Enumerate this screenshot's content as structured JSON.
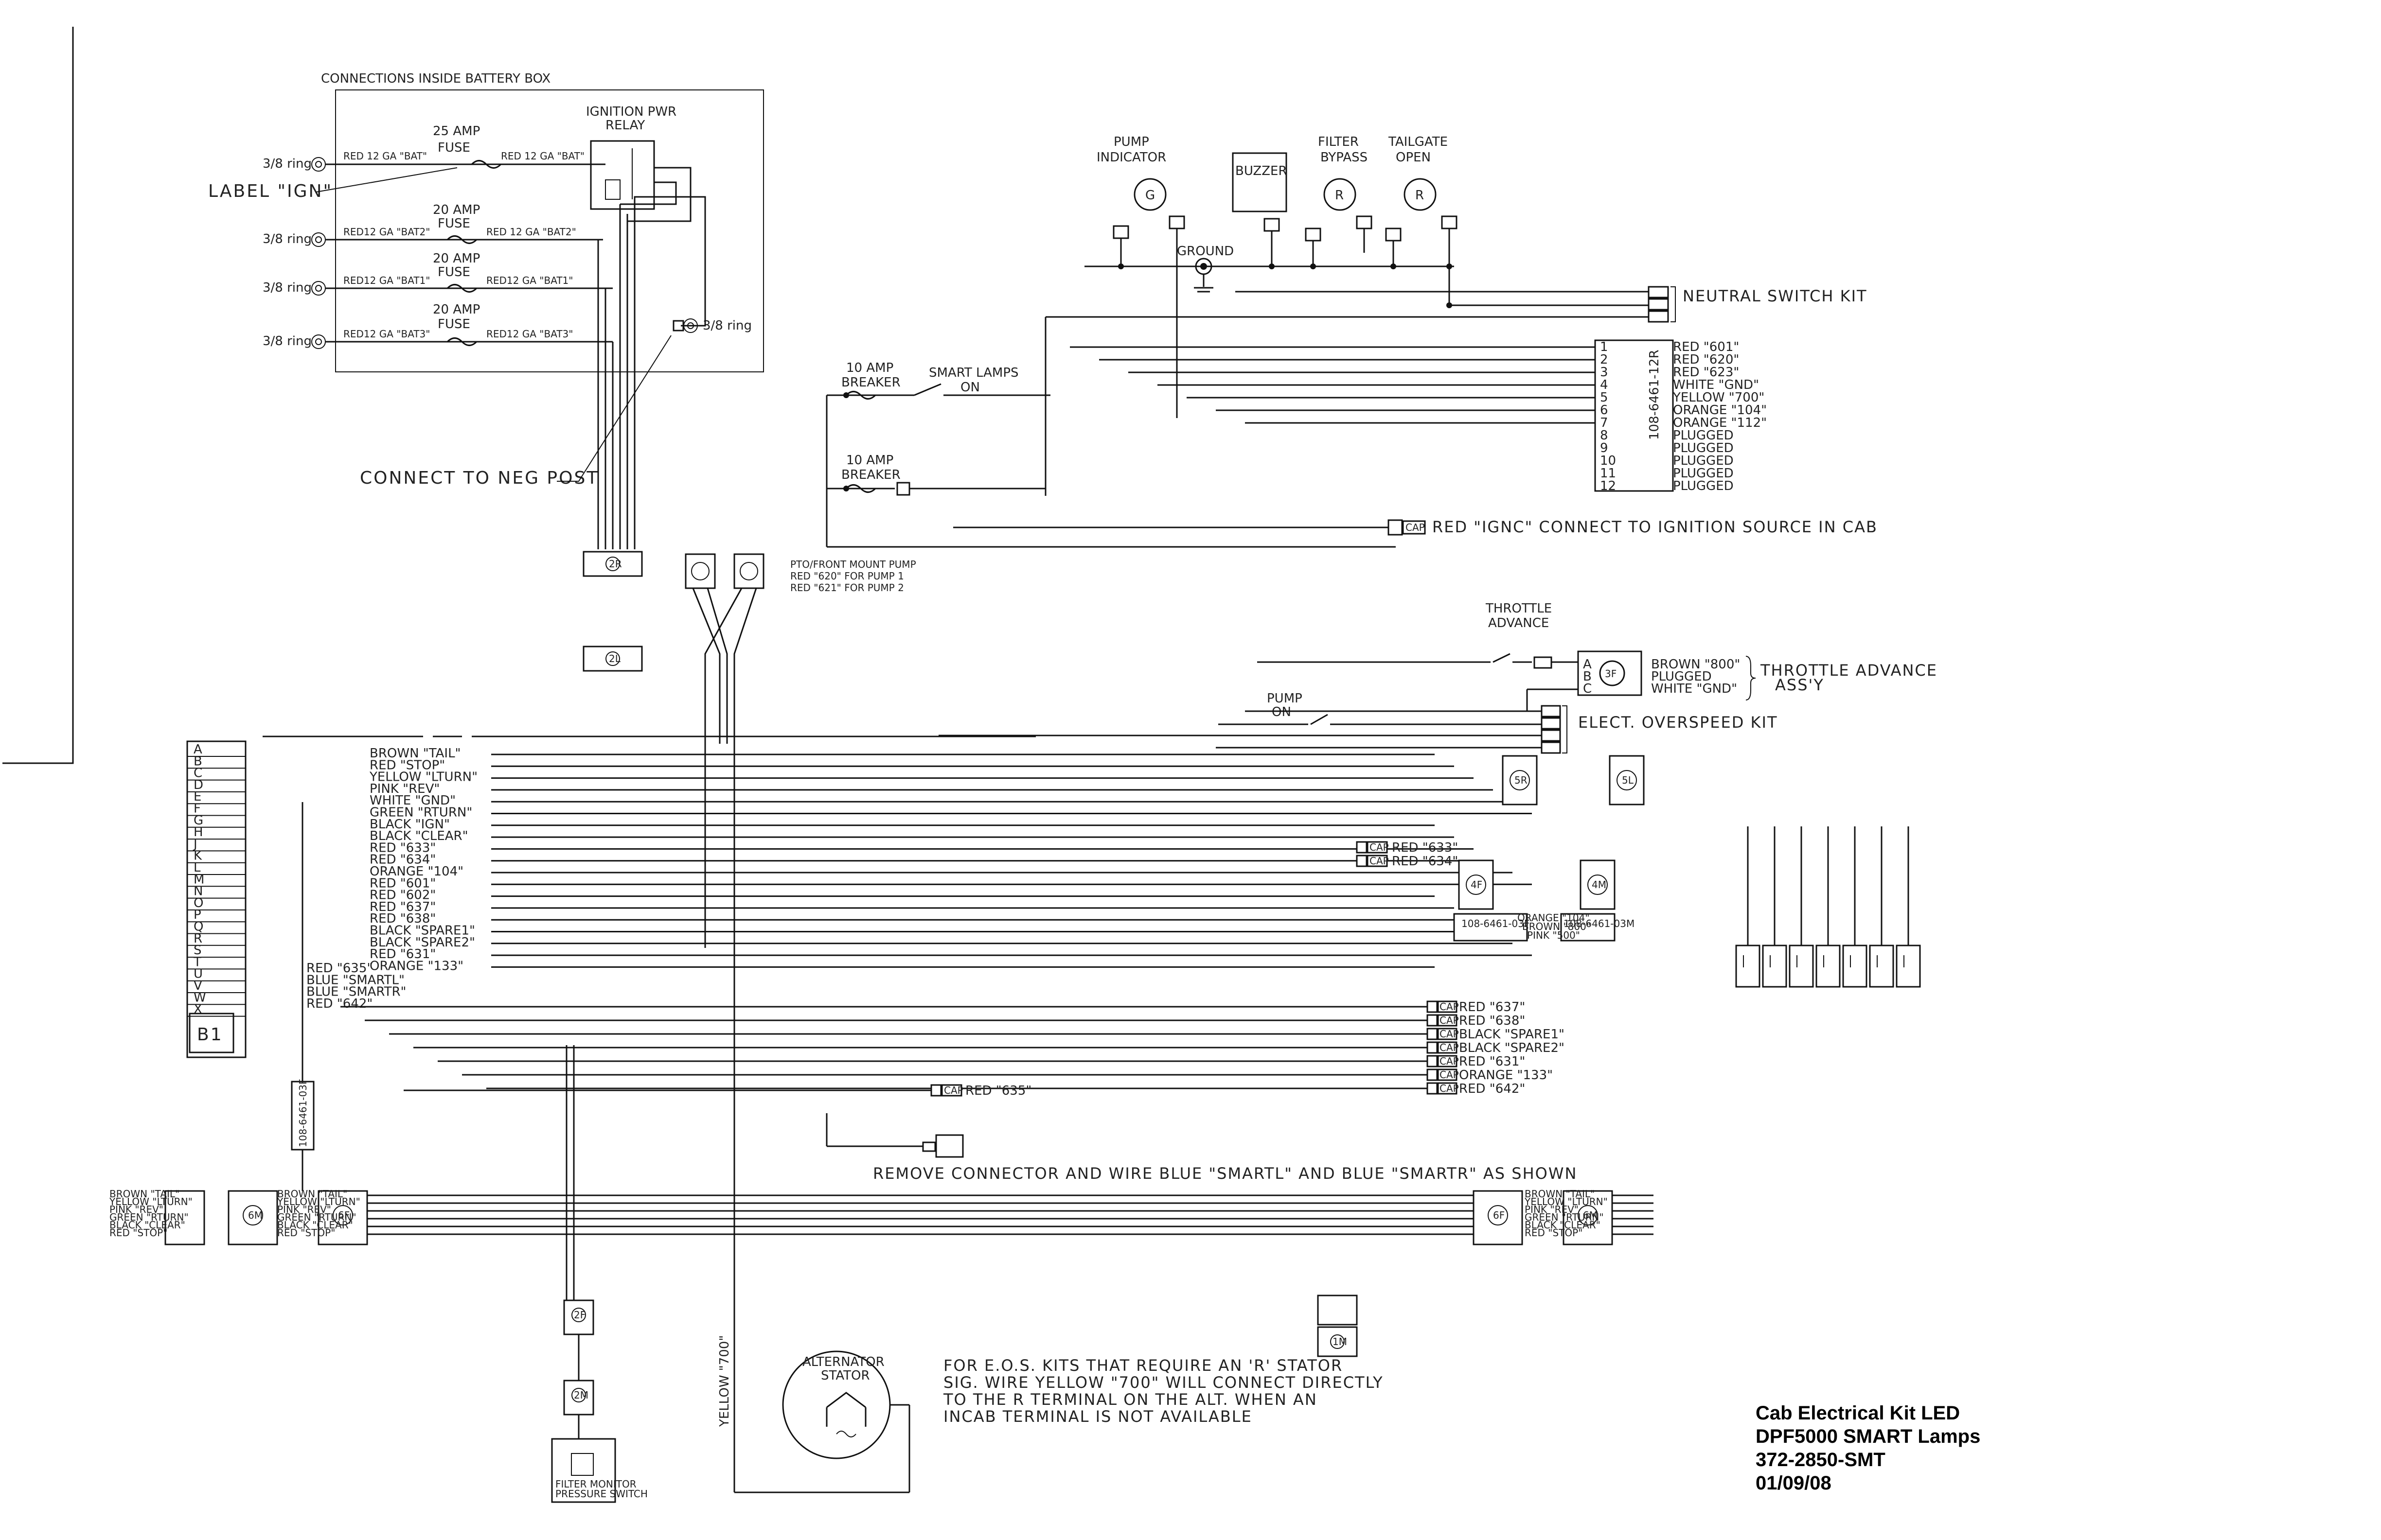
{
  "title_block": {
    "line1": "Cab Electrical Kit LED",
    "line2": "DPF5000 SMART Lamps",
    "line3": "372-2850-SMT",
    "line4": "01/09/08"
  },
  "battery_box": {
    "heading": "CONNECTIONS INSIDE BATTERY BOX",
    "relay_label_1": "IGNITION PWR",
    "relay_label_2": "RELAY",
    "fuse_25": [
      "25 AMP",
      "FUSE"
    ],
    "fuse_20": [
      "20 AMP",
      "FUSE"
    ],
    "ring": "3/8 ring",
    "wires_left": [
      "RED 12 GA \"BAT\"",
      "RED12 GA \"BAT2\"",
      "RED12 GA \"BAT1\"",
      "RED12 GA \"BAT3\""
    ],
    "wires_right": [
      "RED 12 GA \"BAT\"",
      "RED 12 GA \"BAT2\"",
      "RED12 GA \"BAT1\"",
      "RED12 GA \"BAT3\""
    ],
    "label_ign": "LABEL \"IGN\"",
    "connect_neg": "CONNECT TO NEG POST"
  },
  "indicators": {
    "pump": [
      "PUMP",
      "INDICATOR"
    ],
    "buzzer": "BUZZER",
    "filter": [
      "FILTER",
      "BYPASS"
    ],
    "tailgate": [
      "TAILGATE",
      "OPEN"
    ],
    "ground": "GROUND",
    "letters": [
      "G",
      "R",
      "R"
    ]
  },
  "neutral_switch": "NEUTRAL SWITCH KIT",
  "connector_12": {
    "part": "108-6461-12R",
    "pins": [
      "1",
      "2",
      "3",
      "4",
      "5",
      "6",
      "7",
      "8",
      "9",
      "10",
      "11",
      "12"
    ],
    "wires": [
      "RED \"601\"",
      "RED \"620\"",
      "RED \"623\"",
      "WHITE \"GND\"",
      "YELLOW \"700\"",
      "ORANGE \"104\"",
      "ORANGE \"112\"",
      "PLUGGED",
      "PLUGGED",
      "PLUGGED",
      "PLUGGED",
      "PLUGGED"
    ]
  },
  "breakers": {
    "b1": [
      "10 AMP",
      "BREAKER"
    ],
    "b2": [
      "10 AMP",
      "BREAKER"
    ],
    "smart_lamps": [
      "SMART LAMPS",
      "ON"
    ]
  },
  "ignition_source": "RED \"IGNC\"   CONNECT TO IGNITION SOURCE IN CAB",
  "throttle": {
    "label": [
      "THROTTLE",
      "ADVANCE"
    ],
    "wires": [
      "BROWN \"800\"",
      "PLUGGED",
      "WHITE \"GND\""
    ],
    "assy": [
      "THROTTLE ADVANCE",
      "ASS'Y"
    ],
    "pins": [
      "A",
      "B",
      "C"
    ]
  },
  "pump_on": [
    "PUMP",
    "ON"
  ],
  "overspeed": "ELECT. OVERSPEED KIT",
  "pto": [
    "PTO/FRONT MOUNT PUMP",
    "RED \"620\" FOR PUMP 1",
    "RED \"621\" FOR PUMP 2"
  ],
  "b1": {
    "label": "B1",
    "letters": [
      "A",
      "B",
      "C",
      "D",
      "E",
      "F",
      "G",
      "H",
      "J",
      "K",
      "L",
      "M",
      "N",
      "O",
      "P",
      "Q",
      "R",
      "S",
      "T",
      "U",
      "V",
      "W",
      "X"
    ],
    "wires_main": [
      "BROWN \"TAIL\"",
      "RED \"STOP\"",
      "YELLOW \"LTURN\"",
      "PINK \"REV\"",
      "WHITE \"GND\"",
      "GREEN \"RTURN\"",
      "BLACK \"IGN\"",
      "BLACK \"CLEAR\"",
      "RED \"633\"",
      "RED \"634\"",
      "ORANGE \"104\"",
      "RED \"601\"",
      "RED \"602\"",
      "RED \"637\"",
      "RED \"638\"",
      "BLACK \"SPARE1\"",
      "BLACK \"SPARE2\"",
      "RED \"631\"",
      "ORANGE \"133\""
    ],
    "wires_short": [
      "RED \"635\"",
      "BLUE \"SMARTL\"",
      "BLUE \"SMARTR\"",
      "RED \"642\""
    ]
  },
  "caps": {
    "cap": "CAP",
    "c633": "RED \"633\"",
    "c634": "RED \"634\"",
    "right_list": [
      "RED \"637\"",
      "RED \"638\"",
      "BLACK \"SPARE1\"",
      "BLACK \"SPARE2\"",
      "RED \"631\"",
      "ORANGE \"133\"",
      "RED \"642\""
    ],
    "c635": "RED \"635\""
  },
  "remove_note": "REMOVE CONNECTOR AND WIRE BLUE \"SMARTL\" AND BLUE \"SMARTR\" AS SHOWN",
  "alternator": [
    "ALTERNATOR",
    "STATOR"
  ],
  "yellow700": "YELLOW \"700\"",
  "eos_note": [
    "FOR E.O.S. KITS THAT REQUIRE AN 'R' STATOR",
    "SIG. WIRE YELLOW \"700\" WILL CONNECT DIRECTLY",
    "TO THE R TERMINAL ON THE ALT. WHEN AN",
    "INCAB TERMINAL IS NOT AVAILABLE"
  ],
  "filter_monitor": [
    "FILTER MONITOR",
    "PRESSURE SWITCH"
  ],
  "connector_labels": [
    "2R",
    "2L",
    "5R",
    "5L",
    "4F",
    "4M",
    "3F",
    "6F",
    "6M",
    "1M",
    "2F",
    "2M"
  ],
  "part_3": "108-6461-03F",
  "part_3m": "108-6461-03M",
  "orange_group": [
    "ORANGE \"104\"",
    "BROWN \"800\"",
    "PINK \"500\""
  ],
  "lamp_wires": [
    "BROWN \"TAIL\"",
    "YELLOW \"LTURN\"",
    "PINK \"REV\"",
    "GREEN \"RTURN\"",
    "BLACK \"CLEAR\"",
    "RED \"STOP\""
  ]
}
